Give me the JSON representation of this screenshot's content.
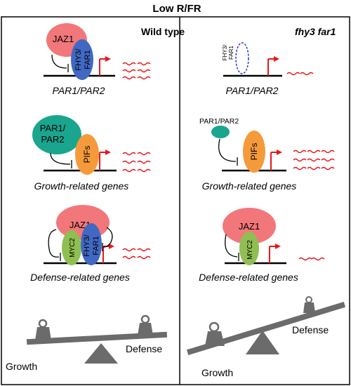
{
  "title": "Low R/FR",
  "panels": {
    "left": {
      "heading": "Wild type"
    },
    "right": {
      "heading": "fhy3 far1"
    }
  },
  "proteins": {
    "jaz1": "JAZ1",
    "fhy3_top": "FHY3/",
    "fhy3_bottom": "FAR1",
    "par_top": "PAR1/",
    "par_bottom": "PAR2",
    "par_inline": "PAR1/PAR2",
    "pifs": "PIFs",
    "myc2": "MYC2"
  },
  "genes": {
    "par": "PAR1/PAR2",
    "growth": "Growth-related genes",
    "defense": "Defense-related genes"
  },
  "seesaw": {
    "growth": "Growth",
    "defense": "Defense"
  },
  "colors": {
    "jaz1": "#f2777a",
    "fhy3": "#4169c4",
    "par": "#19a58e",
    "pifs": "#f59a3b",
    "myc2": "#8fbf52",
    "arrow": "#e8161b",
    "seesaw": "#6b6b6b"
  }
}
